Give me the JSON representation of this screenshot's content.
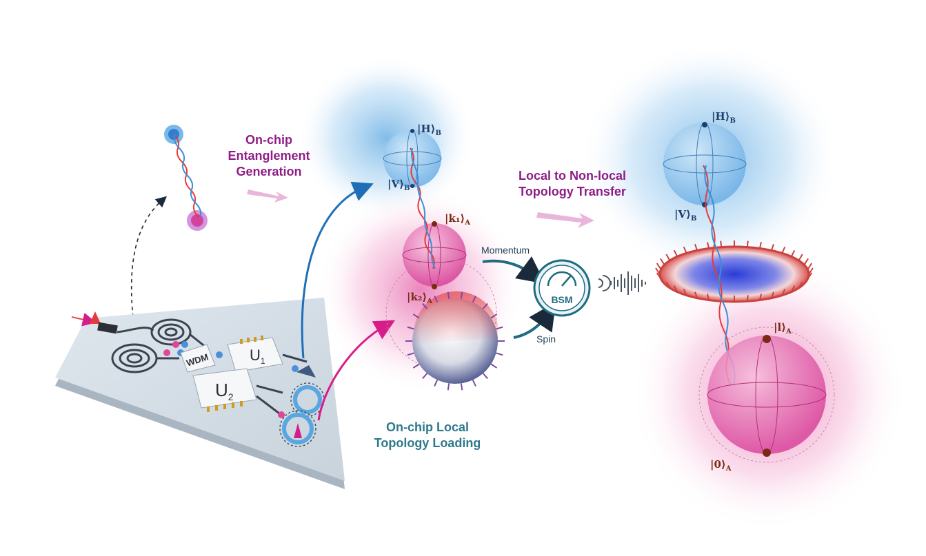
{
  "labels": {
    "entanglement_generation": [
      "On-chip",
      "Entanglement",
      "Generation"
    ],
    "topology_transfer": [
      "Local to Non-local",
      "Topology Transfer"
    ],
    "topology_loading": [
      "On-chip Local",
      "Topology Loading"
    ],
    "momentum": "Momentum",
    "spin": "Spin",
    "bsm": "BSM"
  },
  "chip": {
    "wdm": "WDM",
    "u1": "U",
    "u1_sub": "1",
    "u2": "U",
    "u2_sub": "2"
  },
  "states": {
    "h_b_left": "|H⟩",
    "v_b_left": "|V⟩",
    "k1_a": "|k₁⟩",
    "k2_a": "|k₂⟩",
    "h_b_right": "|H⟩",
    "v_b_right": "|V⟩",
    "l_a": "|l⟩",
    "zero_a": "|0⟩",
    "sub_b": "B",
    "sub_a": "A"
  },
  "colors": {
    "purple_label": "#8e1d86",
    "teal_label": "#2e7a8a",
    "blue_glow": "#5aa6e0",
    "pink_glow": "#e0459a",
    "arrow_blue": "#1e6fb8",
    "arrow_pink": "#d61e8a",
    "bsm_teal": "#1f6b80",
    "state_dark_blue": "#1f3f6b",
    "state_brown": "#7a2a14"
  }
}
